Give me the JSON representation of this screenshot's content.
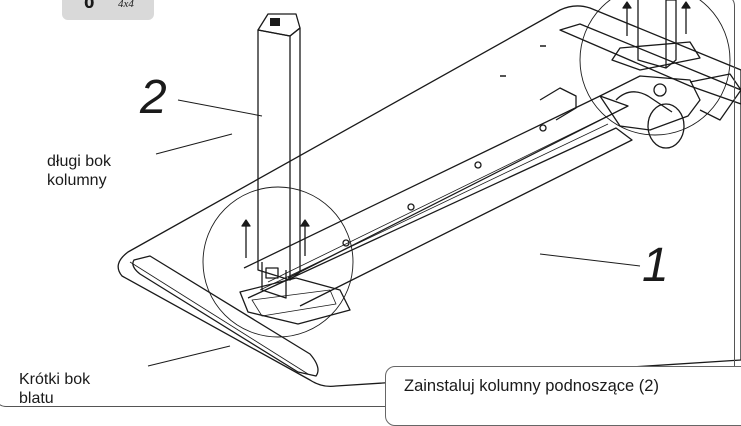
{
  "badge": {
    "glyph": "0",
    "text": "4x4"
  },
  "callouts": {
    "column_number": "2",
    "desk_number": "1"
  },
  "labels": {
    "long_side_line1": "długi bok",
    "long_side_line2": "kolumny",
    "short_side_line1": "Krótki bok",
    "short_side_line2": "blatu"
  },
  "instruction": {
    "text": "Zainstaluj kolumny podnoszące (2)"
  }
}
